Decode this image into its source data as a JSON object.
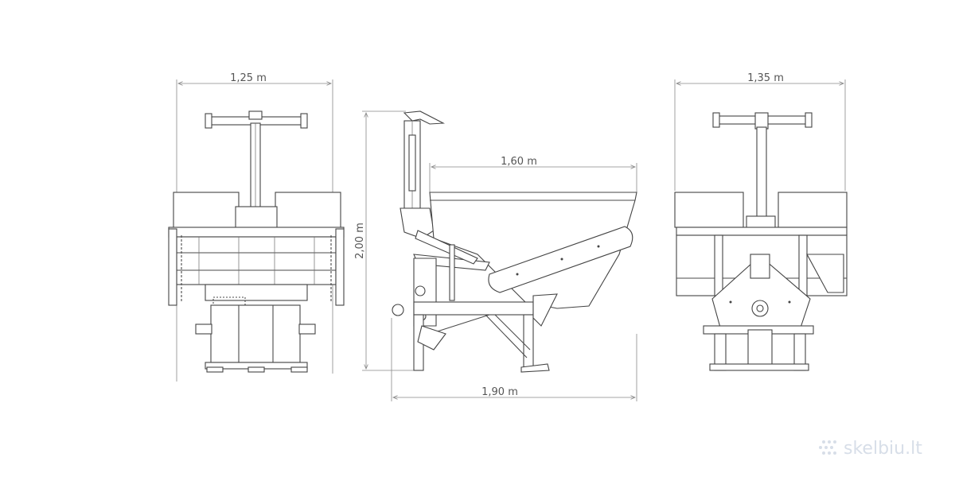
{
  "dimensions": {
    "front_width": "1,25 m",
    "side_height": "2,00 m",
    "hopper_length": "1,60 m",
    "side_length": "1,90 m",
    "rear_width": "1,35 m"
  },
  "watermark": {
    "text": "skelbiu.lt",
    "icon": "dots-logo-icon"
  },
  "colors": {
    "line": "#4a4a4a",
    "dimension_text": "#555555",
    "watermark": "#d7dee8"
  }
}
